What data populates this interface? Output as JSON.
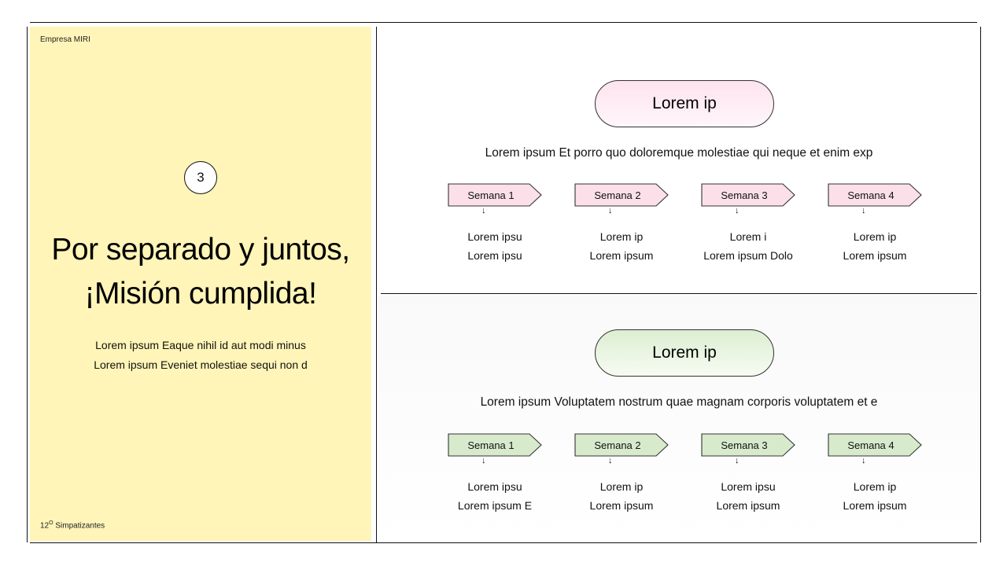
{
  "left": {
    "company": "Empresa MIRI",
    "badge": "3",
    "title_line1": "Por separado y juntos,",
    "title_line2": "¡Misión cumplida!",
    "subtitle_line1": "Lorem ipsum Eaque nihil id aut modi minus",
    "subtitle_line2": "Lorem ipsum Eveniet molestiae sequi non d",
    "footer_number": "12",
    "footer_sup": "O",
    "footer_text": "Simpatizantes"
  },
  "sections": [
    {
      "pill": "Lorem ip",
      "description": "Lorem ipsum Et porro quo doloremque molestiae qui neque et enim exp",
      "accent": "#fbe0ea",
      "weeks": [
        {
          "label": "Semana 1",
          "line1": "Lorem ipsu",
          "line2": "Lorem ipsu"
        },
        {
          "label": "Semana 2",
          "line1": "Lorem ip",
          "line2": "Lorem ipsum"
        },
        {
          "label": "Semana 3",
          "line1": "Lorem i",
          "line2": "Lorem ipsum Dolo"
        },
        {
          "label": "Semana 4",
          "line1": "Lorem ip",
          "line2": "Lorem ipsum"
        }
      ]
    },
    {
      "pill": "Lorem ip",
      "description": "Lorem ipsum Voluptatem nostrum quae magnam corporis voluptatem et e",
      "accent": "#d7ebcc",
      "weeks": [
        {
          "label": "Semana 1",
          "line1": "Lorem ipsu",
          "line2": "Lorem ipsum E"
        },
        {
          "label": "Semana 2",
          "line1": "Lorem ip",
          "line2": "Lorem ipsum"
        },
        {
          "label": "Semana 3",
          "line1": "Lorem ipsu",
          "line2": "Lorem ipsum"
        },
        {
          "label": "Semana 4",
          "line1": "Lorem ip",
          "line2": "Lorem ipsum"
        }
      ]
    }
  ]
}
